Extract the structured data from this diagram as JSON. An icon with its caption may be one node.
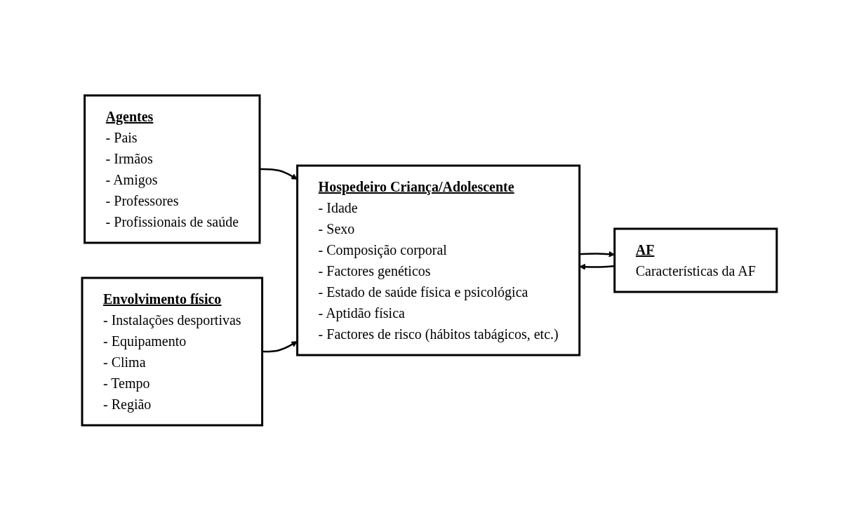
{
  "diagram": {
    "nodes": [
      {
        "text": [
          "Agentes",
          "- Pais",
          "- Irmãos",
          "- Amigos",
          "- Professores",
          "- Profissionais de saúde"
        ]
      },
      {
        "text": [
          "Envolvimento físico",
          "- Instalações desportivas",
          "- Equipamento",
          "- Clima",
          "- Tempo",
          "- Região"
        ]
      },
      {
        "text": [
          "Hospedeiro Criança/Adolescente",
          "- Idade",
          "- Sexo",
          "- Composição corporal",
          "- Factores genéticos",
          "- Estado de saúde física e psicológica",
          "- Aptidão física",
          "- Factores de risco (hábitos tabágicos, etc.)"
        ]
      },
      {
        "text": [
          "AF",
          "Características da AF"
        ]
      }
    ],
    "edges": [
      {
        "from": 0,
        "to": 2,
        "arrow": "to"
      },
      {
        "from": 1,
        "to": 2,
        "arrow": "to"
      },
      {
        "from": 2,
        "to": 3,
        "arrow": "to"
      },
      {
        "from": 3,
        "to": 2,
        "arrow": "to"
      }
    ]
  }
}
